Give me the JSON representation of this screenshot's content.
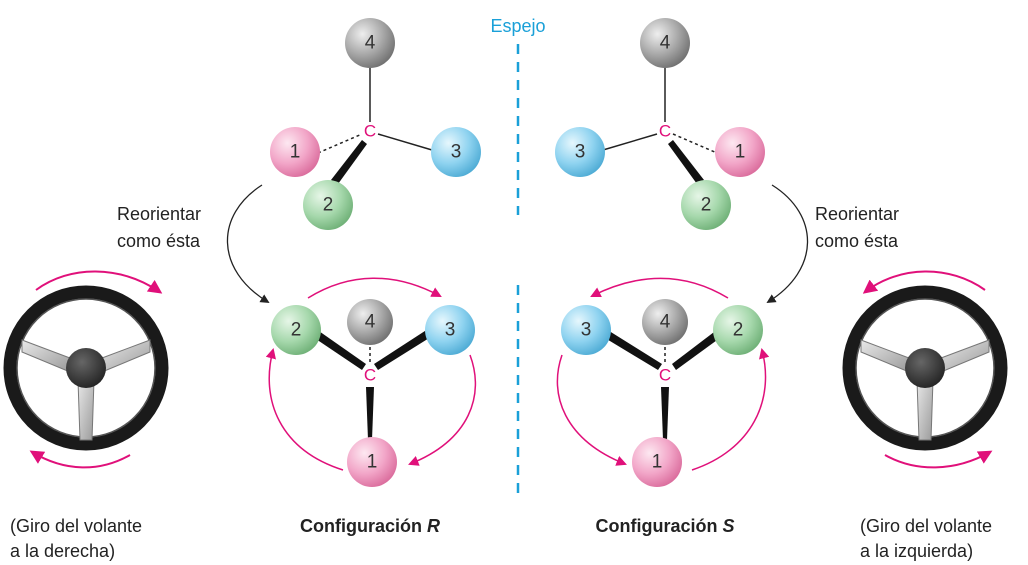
{
  "mirror_label": "Espejo",
  "carbon": "C",
  "priorities": [
    "1",
    "2",
    "3",
    "4"
  ],
  "left": {
    "reorient": [
      "Reorientar",
      "como ésta"
    ],
    "config_prefix": "Configuración",
    "config_letter": "R",
    "wheel_caption": [
      "(Giro del volante",
      "a la derecha)"
    ]
  },
  "right": {
    "reorient": [
      "Reorientar",
      "como ésta"
    ],
    "config_prefix": "Configuración",
    "config_letter": "S",
    "wheel_caption": [
      "(Giro del volante",
      "a la izquierda)"
    ]
  },
  "colors": {
    "arrow": "#e0107a",
    "mirror": "#1aa0d8",
    "atom1": "#f2a6c8",
    "atom2": "#a6d8ac",
    "atom3": "#8fd3f0",
    "atom4": "#a8a8a8"
  }
}
